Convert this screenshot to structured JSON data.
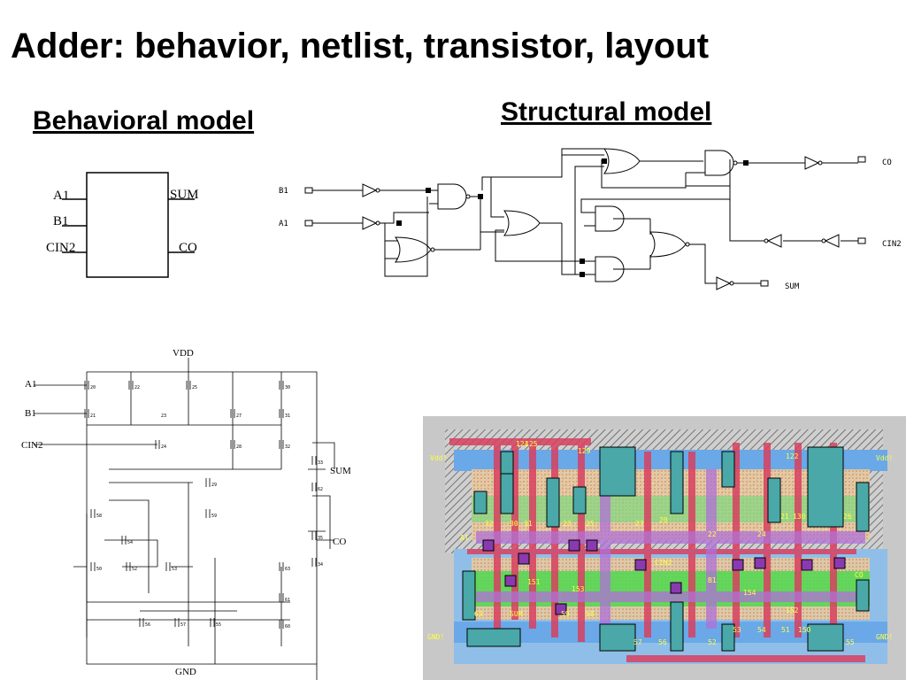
{
  "title": "Adder: behavior, netlist, transistor, layout",
  "behavioral": {
    "heading": "Behavioral  model",
    "inputs": [
      "A1",
      "B1",
      "CIN2"
    ],
    "outputs": [
      "SUM",
      "CO"
    ]
  },
  "structural": {
    "heading": "Structural model",
    "inputs": [
      "B1",
      "A1",
      "CIN2"
    ],
    "outputs": [
      "CO",
      "SUM"
    ]
  },
  "transistor": {
    "supply": "VDD",
    "ground": "GND",
    "inputs": [
      "A1",
      "B1",
      "CIN2"
    ],
    "outputs": [
      "SUM",
      "CO"
    ],
    "device_labels": [
      "20",
      "22",
      "25",
      "30",
      "21",
      "23",
      "27",
      "31",
      "24",
      "28",
      "32",
      "29",
      "59",
      "58",
      "54",
      "50",
      "52",
      "53",
      "63",
      "61",
      "60",
      "56",
      "57",
      "55",
      "33",
      "62",
      "35",
      "34"
    ]
  },
  "layout": {
    "rail_labels": [
      "Vdd!",
      "Vdd!",
      "GND!",
      "GND!"
    ],
    "pin_labels": [
      "A1",
      "CIN2",
      "B1",
      "SUM",
      "CO"
    ],
    "node_labels": [
      "124",
      "125",
      "129",
      "122",
      "30",
      "31",
      "32",
      "22",
      "23",
      "25",
      "24",
      "27",
      "20",
      "21",
      "26",
      "130",
      "153",
      "154",
      "151",
      "152",
      "150",
      "56",
      "57",
      "52",
      "53",
      "54",
      "51",
      "55",
      "63",
      "59",
      "58"
    ]
  }
}
